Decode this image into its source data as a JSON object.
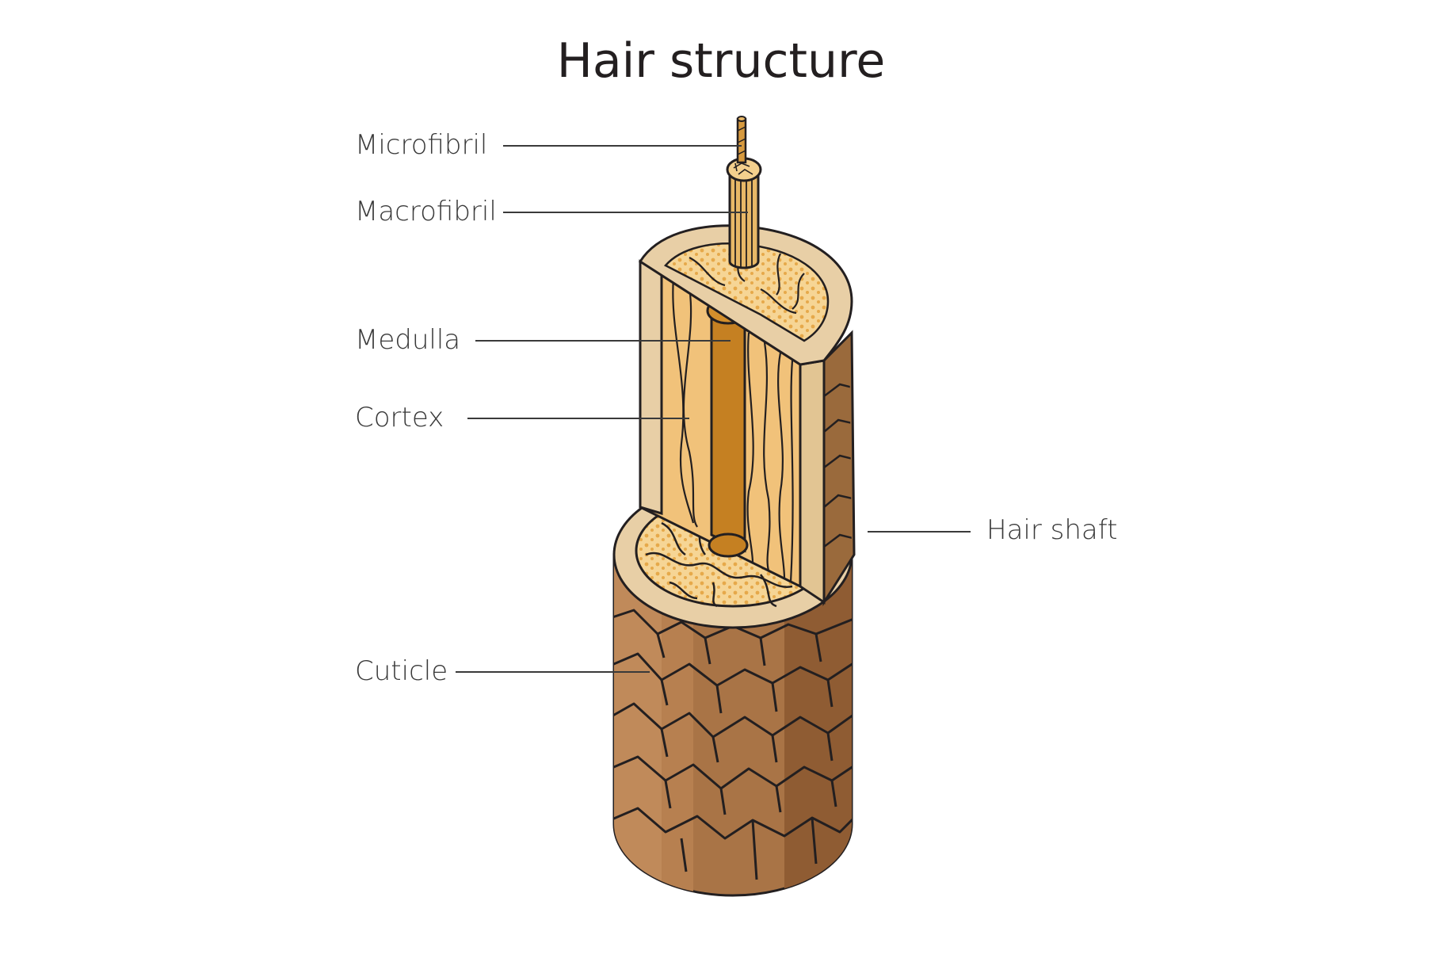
{
  "title": "Hair structure",
  "labels": {
    "microfibril": "Microfibril",
    "macrofibril": "Macrofibril",
    "medulla": "Medulla",
    "cortex": "Cortex",
    "hair_shaft": "Hair shaft",
    "cuticle": "Cuticle"
  },
  "colors": {
    "cuticle_light": "#c08a5a",
    "cuticle_mid": "#a97446",
    "cuticle_dark": "#8f5c33",
    "cortex": "#f1c27a",
    "cortex_dots": "#e6a94a",
    "medulla": "#c58022",
    "ring": "#e8cfa6",
    "outline": "#231f20"
  }
}
